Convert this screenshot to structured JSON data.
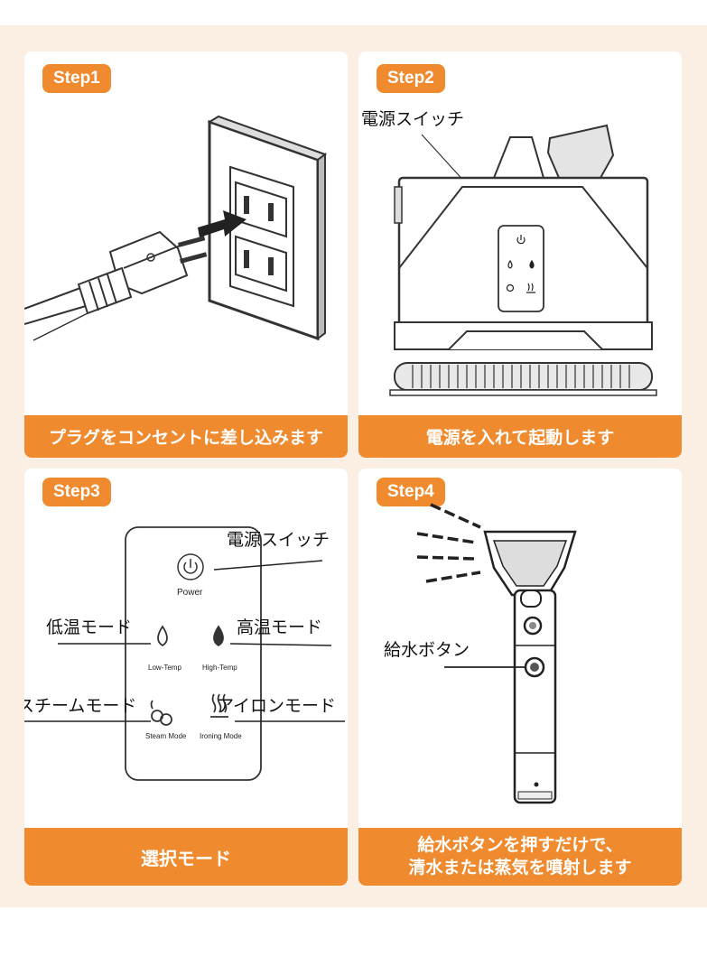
{
  "colors": {
    "accent": "#ef8a2e",
    "background": "#fbefe4",
    "card": "#ffffff"
  },
  "step1": {
    "badge": "Step1",
    "caption": "プラグをコンセントに差し込みます"
  },
  "step2": {
    "badge": "Step2",
    "callout": "電源スイッチ",
    "caption": "電源を入れて起動します"
  },
  "step3": {
    "badge": "Step3",
    "callouts": {
      "power": "電源スイッチ",
      "low": "低温モード",
      "high": "高温モード",
      "steam": "スチームモード",
      "ironing": "アイロンモード"
    },
    "panel": {
      "power": "Power",
      "low": "Low-Temp",
      "high": "High-Temp",
      "steam": "Steam Mode",
      "ironing": "Ironing Mode"
    },
    "caption": "選択モード"
  },
  "step4": {
    "badge": "Step4",
    "callout": "給水ボタン",
    "caption_line1": "給水ボタンを押すだけで、",
    "caption_line2": "清水または蒸気を噴射します"
  },
  "icons": [
    "power-icon",
    "water-drop-icon",
    "steam-icon",
    "ironing-icon",
    "arrow-icon"
  ]
}
